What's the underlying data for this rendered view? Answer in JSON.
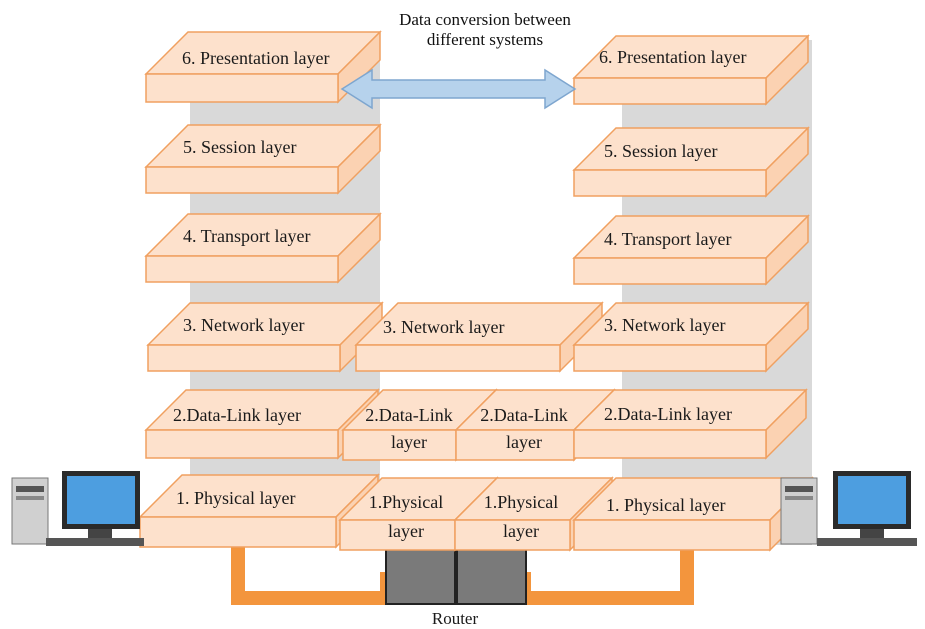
{
  "caption": {
    "line1": "Data conversion between",
    "line2": "different systems"
  },
  "left_stack": {
    "presentation": "6. Presentation  layer",
    "session": "5. Session layer",
    "transport": "4. Transport layer",
    "network": "3. Network layer",
    "datalink": "2.Data-Link layer",
    "physical": "1. Physical layer"
  },
  "right_stack": {
    "presentation": "6. Presentation layer",
    "session": "5. Session layer",
    "transport": "4. Transport layer",
    "network": "3. Network layer",
    "datalink": "2.Data-Link layer",
    "physical": "1. Physical layer"
  },
  "router_stack": {
    "network": "3. Network layer",
    "datalink_left": [
      "2.Data-Link",
      "layer"
    ],
    "datalink_right": [
      "2.Data-Link",
      "layer"
    ],
    "physical_left": [
      "1.Physical",
      "layer"
    ],
    "physical_right": [
      "1.Physical",
      "layer"
    ]
  },
  "router_label": "Router",
  "icons": [
    "left-computer-icon",
    "right-computer-icon",
    "router-icon",
    "bidirectional-arrow-icon",
    "network-cable-icon"
  ],
  "colors": {
    "slab_top": "#fde1cc",
    "slab_side": "#fbd2b2",
    "slab_edge": "#f0a060",
    "cable": "#f3953d",
    "arrow_fill": "#b6d2ec",
    "arrow_stroke": "#7ea6cf",
    "stack_shadow": "#d6d6d6",
    "router": "#7a7a7a"
  }
}
